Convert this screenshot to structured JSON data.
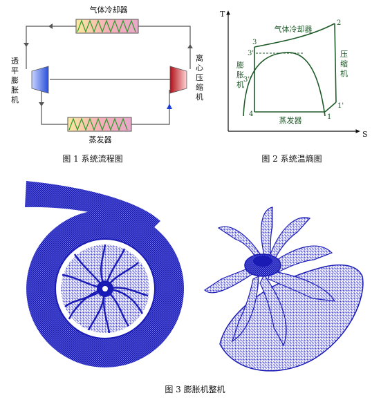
{
  "fig1": {
    "gas_cooler": "气体冷却器",
    "expander": [
      "透",
      "平",
      "膨",
      "胀",
      "机"
    ],
    "compressor": [
      "离",
      "心",
      "压",
      "缩",
      "机"
    ],
    "evaporator": "蒸发器",
    "caption": "图 1  系统流程图"
  },
  "fig2": {
    "axis_t": "T",
    "axis_s": "S",
    "gas_cooler": "气体冷却器",
    "evaporator": "蒸发器",
    "expander": [
      "膨",
      "胀",
      "机"
    ],
    "compressor": [
      "压",
      "缩",
      "机"
    ],
    "points": {
      "p1": "1",
      "p1p": "1'",
      "p2": "2",
      "p3": "3",
      "p3p": "3'",
      "p3pp": "3''",
      "p4": "4"
    },
    "caption": "图 2  系统温熵图"
  },
  "fig3": {
    "caption": "图 3 膨胀机整机"
  },
  "colors": {
    "line": "#555555",
    "expander_blue": "#3a5ed8",
    "compressor_red": "#d8262a",
    "mesh_blue": "#1a1ab4",
    "ts_green": "#1e5a28"
  }
}
